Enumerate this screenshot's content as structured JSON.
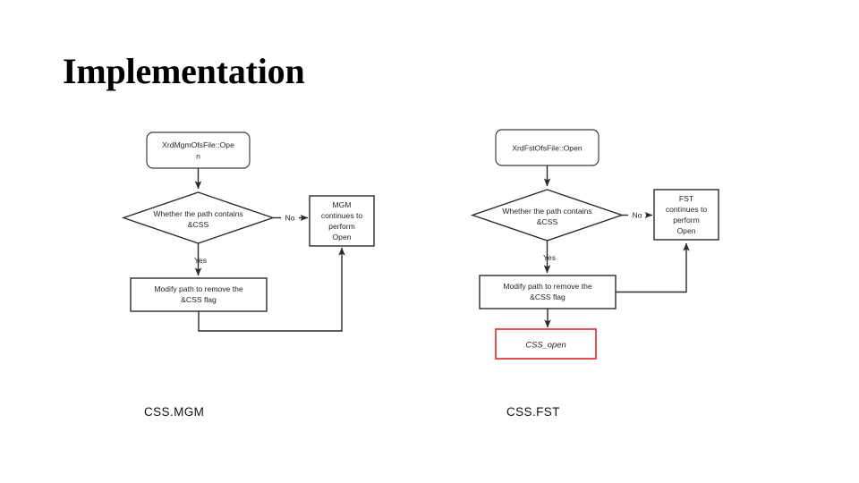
{
  "slide": {
    "title": "Implementation",
    "background_color": "#ffffff"
  },
  "colors": {
    "shape_stroke": "#2b2b2b",
    "text": "#262626",
    "highlight_red": "#e04a4a",
    "title": "#000000"
  },
  "diagrams": [
    {
      "id": "css-mgm",
      "caption": "CSS.MGM",
      "nodes": {
        "entry": {
          "shape": "rounded-rect",
          "label_lines": [
            "XrdMgmOfsFile::Ope",
            "n"
          ],
          "label": "XrdMgmOfsFile::Open"
        },
        "decision": {
          "shape": "diamond",
          "label_lines": [
            "Whether the path contains",
            "&CSS"
          ],
          "label": "Whether the path contains &CSS"
        },
        "no_branch": {
          "shape": "rect",
          "label_lines": [
            "MGM",
            "continues to",
            "perform",
            "Open"
          ],
          "label": "MGM continues to perform Open"
        },
        "yes_branch": {
          "shape": "rect",
          "label_lines": [
            "Modify path to remove the",
            "&CSS flag"
          ],
          "label": "Modify path to remove the &CSS flag"
        }
      },
      "edge_labels": {
        "no": "No",
        "yes": "Yes"
      }
    },
    {
      "id": "css-fst",
      "caption": "CSS.FST",
      "nodes": {
        "entry": {
          "shape": "rounded-rect",
          "label_lines": [
            "XrdFstOfsFile::Open"
          ],
          "label": "XrdFstOfsFile::Open"
        },
        "decision": {
          "shape": "diamond",
          "label_lines": [
            "Whether the path contains",
            "&CSS"
          ],
          "label": "Whether the path contains &CSS"
        },
        "no_branch": {
          "shape": "rect",
          "label_lines": [
            "FST",
            "continues to",
            "perform",
            "Open"
          ],
          "label": "FST continues to perform Open"
        },
        "yes_branch": {
          "shape": "rect",
          "label_lines": [
            "Modify path to remove the",
            "&CSS flag"
          ],
          "label": "Modify path to remove the &CSS flag"
        },
        "result": {
          "shape": "rect-highlighted",
          "label_lines": [
            "CSS_open"
          ],
          "label": "CSS_open",
          "border_color": "#e04a4a"
        }
      },
      "edge_labels": {
        "no": "No",
        "yes": "Yes"
      }
    }
  ]
}
